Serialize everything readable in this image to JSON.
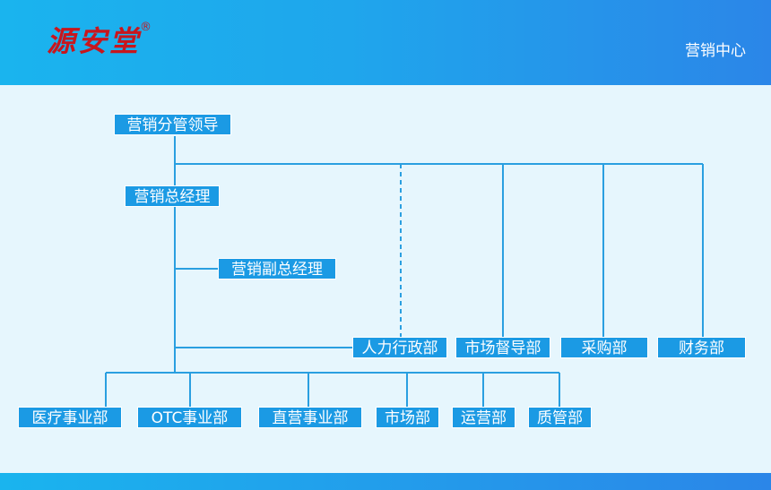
{
  "header": {
    "logo_text": "源安堂",
    "registered_mark": "®",
    "title": "营销中心"
  },
  "org": {
    "top": "营销分管领导",
    "gm": "营销总经理",
    "deputy": "营销副总经理",
    "functional": [
      "人力行政部",
      "市场督导部",
      "采购部",
      "财务部"
    ],
    "business": [
      "医疗事业部",
      "OTC事业部",
      "直营事业部",
      "市场部",
      "运营部",
      "质管部"
    ]
  },
  "colors": {
    "accent": "#1b9ae4",
    "line": "#2a9fe0",
    "header_start": "#1ab4ee",
    "header_end": "#2b86e8",
    "logo": "#c8161d",
    "background": "#e6f6fd"
  }
}
